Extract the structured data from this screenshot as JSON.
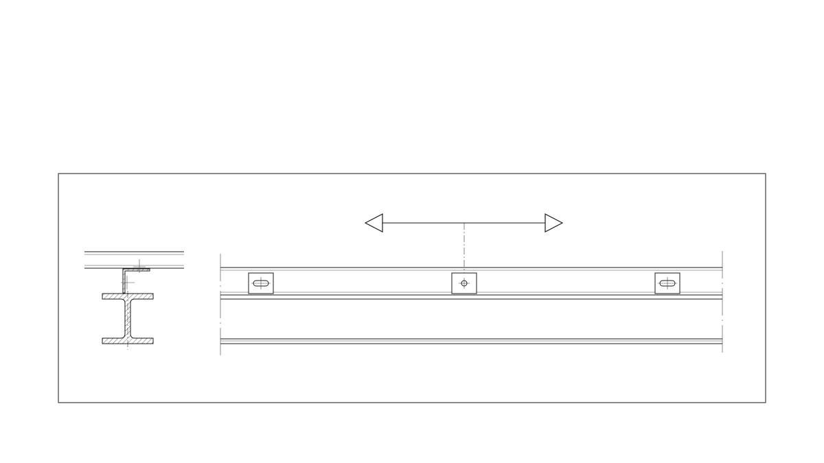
{
  "drawing": {
    "frame": "drawing-frame",
    "section_view": "i-beam-section-with-angle-clip",
    "elevation_view": "rail-elevation-with-slotted-plates",
    "movement_indicator": "double-headed-arrow",
    "plates": [
      {
        "name": "slotted-plate-left",
        "hole": "slotted"
      },
      {
        "name": "fixed-plate-center",
        "hole": "round"
      },
      {
        "name": "slotted-plate-right",
        "hole": "slotted"
      }
    ],
    "line_color": "#1a1a1a",
    "background_color": "#ffffff"
  }
}
